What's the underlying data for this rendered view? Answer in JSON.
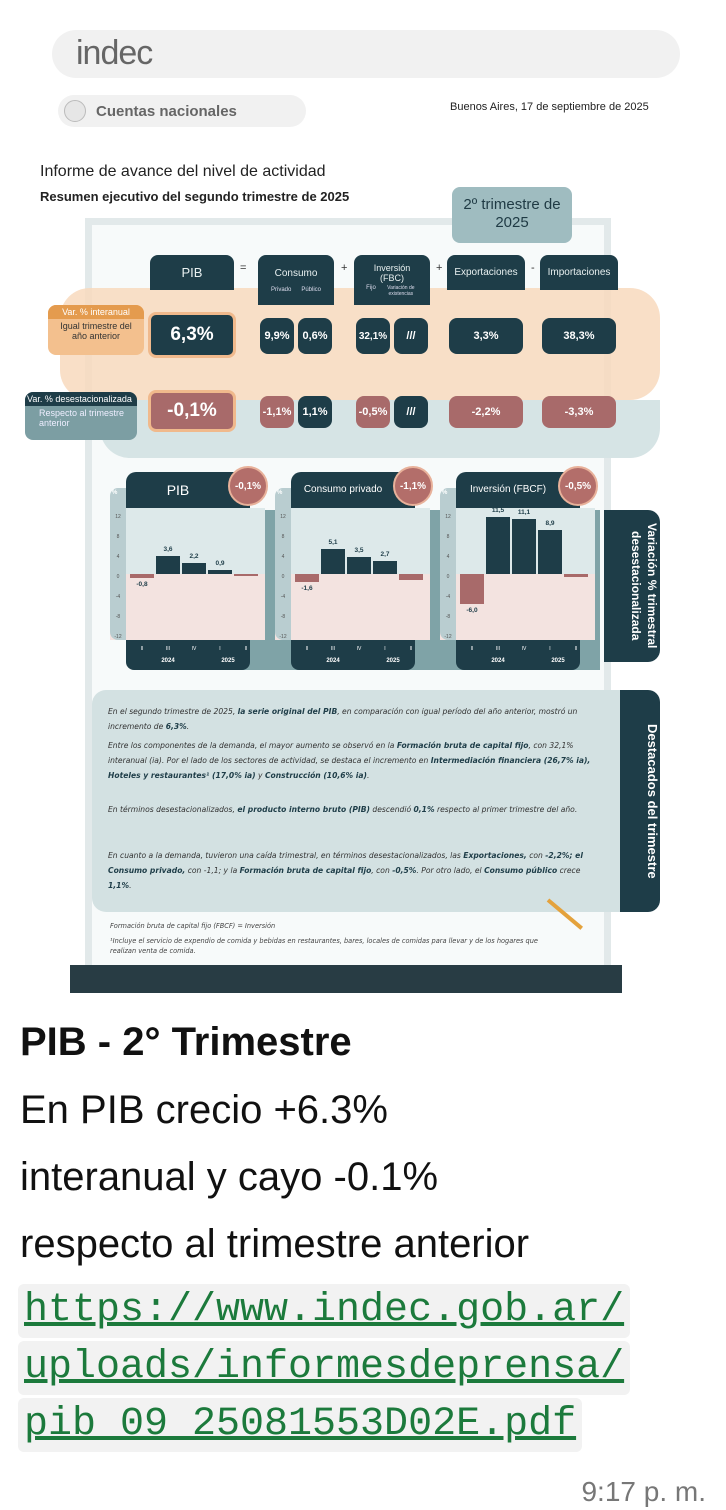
{
  "infographic": {
    "logo": "indec",
    "section": "Cuentas nacionales",
    "date": "Buenos Aires, 17 de septiembre de 2025",
    "title": "Informe de avance del nivel de actividad",
    "subtitle": "Resumen ejecutivo del segundo trimestre de 2025",
    "badge": "2º trimestre de 2025",
    "headers": {
      "pib": "PIB",
      "consumo": "Consumo",
      "privado": "Privado",
      "publico": "Público",
      "inversion": "Inversión (FBC)",
      "fijo": "Fijo",
      "existencias": "Variación de existencias",
      "export": "Exportaciones",
      "import": "Importaciones"
    },
    "ops": {
      "eq": "=",
      "plus1": "+",
      "plus2": "+",
      "minus": "-"
    },
    "row1": {
      "label_head": "Var. % interanual",
      "label": "Igual trimestre del año anterior",
      "pib": "6,3%",
      "privado": "9,9%",
      "publico": "0,6%",
      "fijo": "32,1%",
      "existencias": "///",
      "export": "3,3%",
      "import": "38,3%"
    },
    "row2": {
      "label_head": "Var. % desestacionalizada",
      "label": "Respecto al trimestre anterior",
      "pib": "-0,1%",
      "privado": "-1,1%",
      "publico": "1,1%",
      "fijo": "-0,5%",
      "existencias": "///",
      "export": "-2,2%",
      "import": "-3,3%"
    },
    "charts_tab": "Variación % trimestral desestacionalizada",
    "highlights_tab": "Destacados del trimestre",
    "highlights": [
      [
        "En el segundo trimestre de 2025, ",
        "la serie original del PIB",
        ", en comparación con igual período del año anterior, mostró un incremento de ",
        "6,3%",
        "."
      ],
      [
        "Entre los componentes de la demanda, el mayor aumento se observó en la ",
        "Formación bruta de capital fijo",
        ", con 32,1% interanual (ia). Por el lado de los sectores de actividad, se destaca el incremento en ",
        "Intermediación financiera (26,7% ia), Hoteles y restaurantes¹ (17,0% ia)",
        " y ",
        "Construcción (10,6% ia)",
        "."
      ],
      [
        "En términos desestacionalizados, ",
        "el producto interno bruto (PIB)",
        " descendió ",
        "0,1%",
        " respecto al primer trimestre del año."
      ],
      [
        "En cuanto a la demanda, tuvieron una caída trimestral, en términos desestacionalizados, las ",
        "Exportaciones,",
        " con ",
        "-2,2%; el Consumo privado,",
        " con -1,1; y la ",
        "Formación bruta de capital fijo",
        ", con ",
        "-0,5%",
        ". Por otro lado, el ",
        "Consumo público",
        " crece ",
        "1,1%",
        "."
      ]
    ],
    "footnote1": "Formación bruta de capital fijo (FBCF) = Inversión",
    "footnote2": "¹Incluye el servicio de expendio de comida y bebidas en restaurantes, bares, locales de comidas para llevar y de los hogares que realizan venta de comida."
  },
  "chart_data": [
    {
      "type": "bar",
      "title": "PIB",
      "badge": "-0,1%",
      "ylabel": "%",
      "ylim": [
        -12,
        12
      ],
      "yticks": [
        "12",
        "8",
        "4",
        "0",
        "-4",
        "-8",
        "-12"
      ],
      "categories": [
        "II",
        "III",
        "IV",
        "I",
        "II"
      ],
      "years": [
        "2024",
        "2025"
      ],
      "values": [
        -0.8,
        3.6,
        2.2,
        0.9,
        -0.1
      ],
      "labels": [
        "-0,8",
        "3,6",
        "2,2",
        "0,9",
        ""
      ]
    },
    {
      "type": "bar",
      "title": "Consumo privado",
      "badge": "-1,1%",
      "ylabel": "%",
      "ylim": [
        -12,
        12
      ],
      "yticks": [
        "12",
        "8",
        "4",
        "0",
        "-4",
        "-8",
        "-12"
      ],
      "categories": [
        "II",
        "III",
        "IV",
        "I",
        "II"
      ],
      "years": [
        "2024",
        "2025"
      ],
      "values": [
        -1.6,
        5.1,
        3.5,
        2.7,
        -1.1
      ],
      "labels": [
        "-1,6",
        "5,1",
        "3,5",
        "2,7",
        ""
      ]
    },
    {
      "type": "bar",
      "title": "Inversión (FBCF)",
      "badge": "-0,5%",
      "ylabel": "%",
      "ylim": [
        -12,
        12
      ],
      "yticks": [
        "12",
        "8",
        "4",
        "0",
        "-4",
        "-8",
        "-12"
      ],
      "categories": [
        "II",
        "III",
        "IV",
        "I",
        "II"
      ],
      "years": [
        "2024",
        "2025"
      ],
      "values": [
        -6.0,
        11.5,
        11.1,
        8.9,
        -0.5
      ],
      "labels": [
        "-6,0",
        "11,5",
        "11,1",
        "8,9",
        ""
      ]
    }
  ],
  "message": {
    "title": "PIB - 2° Trimestre",
    "lines": [
      "En PIB crecio +6.3%",
      "interanual y cayo -0.1%",
      "respecto al trimestre anterior"
    ],
    "link_lines": [
      "https://www.indec.gob.ar/",
      "uploads/informesdeprensa/",
      "pib_09_25081553D02E.pdf"
    ],
    "time": "9:17 p. m."
  },
  "colors": {
    "dark": "#1e3d48",
    "neg": "#a86a6a",
    "link": "#1c7a3c"
  }
}
